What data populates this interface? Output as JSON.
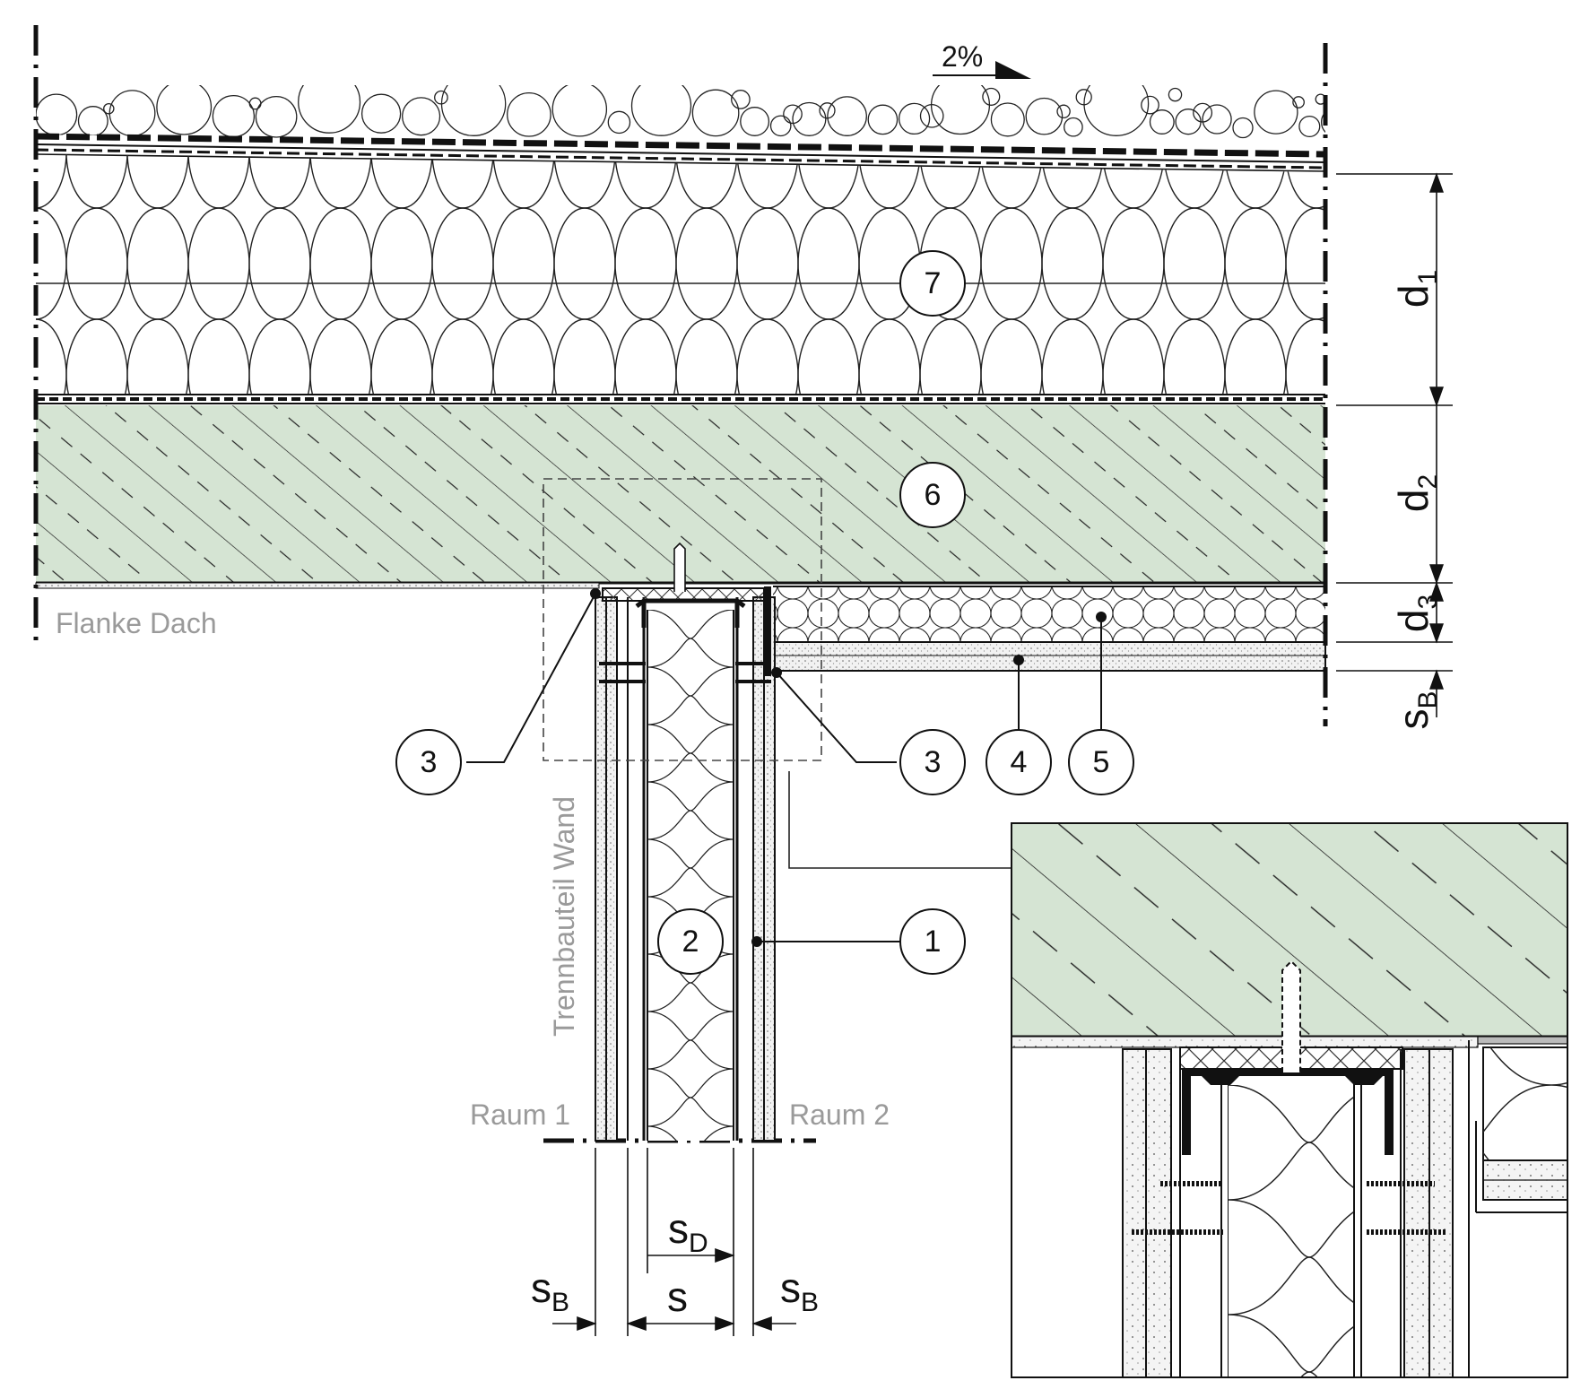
{
  "slope_label": "2%",
  "flank_label": "Flanke Dach",
  "wall_label": "Trennbauteil Wand",
  "room_labels": {
    "left": "Raum 1",
    "right": "Raum 2"
  },
  "markers": {
    "m1": "1",
    "m2": "2",
    "m3a": "3",
    "m3b": "3",
    "m4": "4",
    "m5": "5",
    "m6": "6",
    "m7": "7"
  },
  "dimensions": {
    "d1": {
      "base": "d",
      "sub": "1"
    },
    "d2": {
      "base": "d",
      "sub": "2"
    },
    "d3": {
      "base": "d",
      "sub": "3"
    },
    "sB_right": {
      "base": "s",
      "sub": "B"
    },
    "sD": {
      "base": "s",
      "sub": "D"
    },
    "s": {
      "base": "s"
    },
    "sB_left": {
      "base": "s",
      "sub": "B"
    },
    "sB_wall_right": {
      "base": "s",
      "sub": "B"
    }
  },
  "colors": {
    "concrete": "#d5e4d3",
    "line": "#111111",
    "grey_text": "#9a9a9a",
    "board": "#ececec"
  }
}
